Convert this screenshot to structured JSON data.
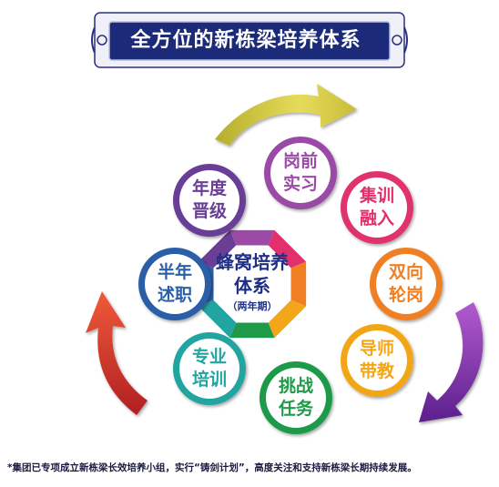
{
  "banner": {
    "title": "全方位的新栋梁培养体系"
  },
  "center": {
    "line1": "蜂窝培养",
    "line2": "体系",
    "line3": "（两年期）"
  },
  "nodes": [
    {
      "id": "gangqian",
      "line1": "岗前",
      "line2": "实习",
      "color": "#9b4aa6"
    },
    {
      "id": "jixun",
      "line1": "集训",
      "line2": "融入",
      "color": "#e0306d"
    },
    {
      "id": "shuangxiang",
      "line1": "双向",
      "line2": "轮岗",
      "color": "#ef7f22"
    },
    {
      "id": "daoshi",
      "line1": "导师",
      "line2": "带教",
      "color": "#f2a618"
    },
    {
      "id": "tiaozhan",
      "line1": "挑战",
      "line2": "任务",
      "color": "#1f9a48"
    },
    {
      "id": "zhuanye",
      "line1": "专业",
      "line2": "培训",
      "color": "#22a4a0"
    },
    {
      "id": "bannian",
      "line1": "半年",
      "line2": "述职",
      "color": "#2a5fa8"
    },
    {
      "id": "niandu",
      "line1": "年度",
      "line2": "晋级",
      "color": "#6a3d97"
    }
  ],
  "footnote": "*集团已专项成立新栋梁长效培养小组，实行“铸剑计划”，高度关注和支持新栋梁长期持续发展。",
  "colors": {
    "banner_bg": "#1c2a7a",
    "banner_frame": "#3a3f8f",
    "arrow_top": "#cfc33a",
    "arrow_left": "#d2302a",
    "arrow_right": "#7a2fa6"
  }
}
